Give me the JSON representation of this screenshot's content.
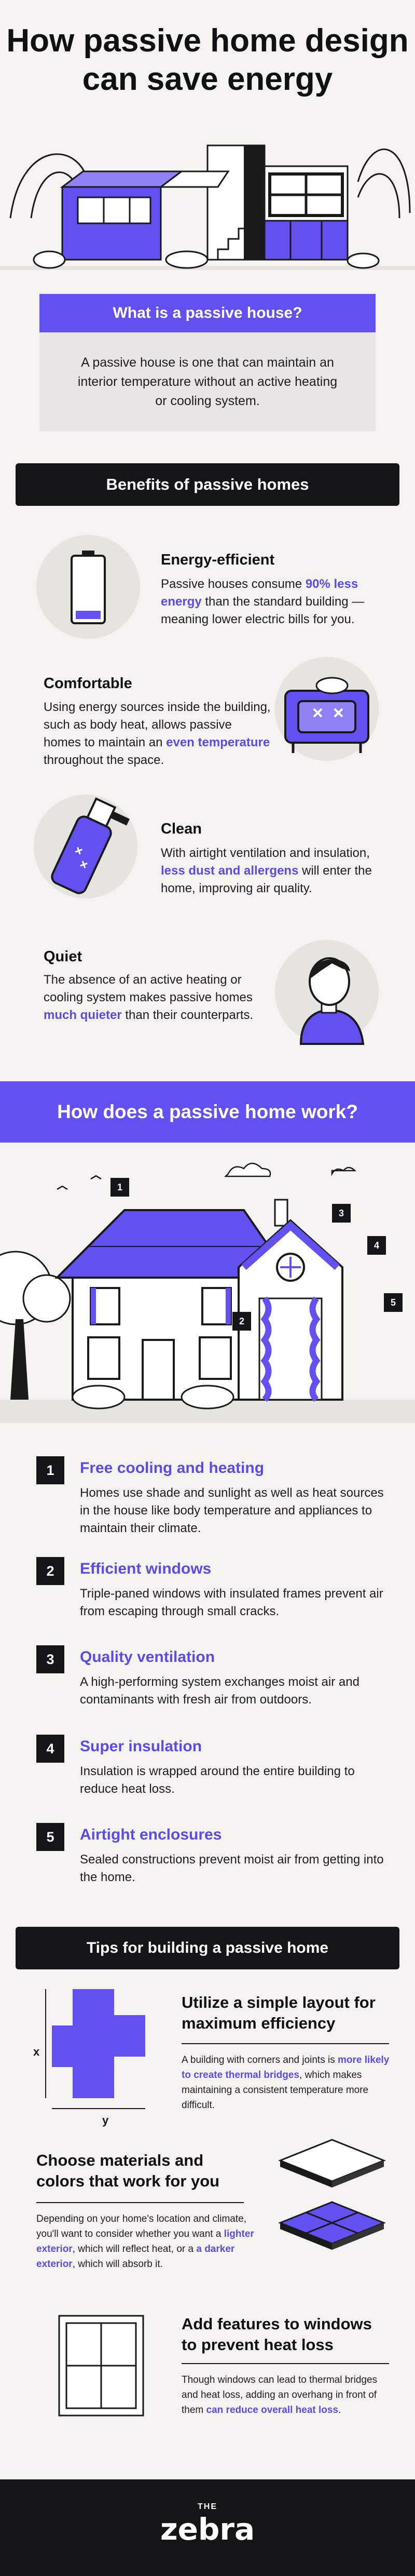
{
  "title": "How passive home design can save energy",
  "what": {
    "heading": "What is a passive house?",
    "text": "A passive house is one that can maintain an interior temperature without an active heating or cooling system."
  },
  "benefits": {
    "heading": "Benefits of passive homes",
    "energy": {
      "title": "Energy-efficient",
      "t1": "Passive houses consume ",
      "hl": "90% less energy",
      "t2": " than the standard building — meaning lower electric bills for you."
    },
    "comfort": {
      "title": "Comfortable",
      "t1": "Using energy sources inside the building, such as body heat, allows passive homes to maintain an ",
      "hl": "even temperature",
      "t2": " throughout the space."
    },
    "clean": {
      "title": "Clean",
      "t1": "With airtight ventilation and insulation, ",
      "hl": "less dust and allergens",
      "t2": " will enter the home, improving air quality."
    },
    "quiet": {
      "title": "Quiet",
      "t1": "The absence of an active heating or cooling system makes passive homes ",
      "hl": "much quieter",
      "t2": " than their counterparts."
    }
  },
  "how": {
    "heading": "How does a passive home work?",
    "callouts": [
      "1",
      "2",
      "3",
      "4",
      "5"
    ],
    "steps": [
      {
        "num": "1",
        "title": "Free cooling and heating",
        "text": "Homes use shade and sunlight as well as heat sources in the house like body temperature and appliances to maintain their climate."
      },
      {
        "num": "2",
        "title": "Efficient windows",
        "text": "Triple-paned windows with insulated frames prevent air from escaping through small cracks."
      },
      {
        "num": "3",
        "title": "Quality ventilation",
        "text": "A high-performing system exchanges moist air and contaminants with fresh air from outdoors."
      },
      {
        "num": "4",
        "title": "Super insulation",
        "text": "Insulation is wrapped around the entire building to reduce heat loss."
      },
      {
        "num": "5",
        "title": "Airtight enclosures",
        "text": "Sealed constructions prevent moist air from getting into the home."
      }
    ]
  },
  "tips": {
    "heading": "Tips for building a passive home",
    "axis_x": "x",
    "axis_y": "y",
    "layout": {
      "title": "Utilize a simple layout for maximum efficiency",
      "t1": "A building with corners and joints is ",
      "hl": "more likely to create thermal bridges",
      "t2": ", which makes maintaining a consistent temperature more difficult."
    },
    "materials": {
      "title": "Choose materials and colors that work for you",
      "t1": "Depending on your home's location and climate, you'll want to consider whether you want a ",
      "hl1": "lighter exterior",
      "t2": ", which will reflect heat, or a ",
      "hl2": "a darker exterior",
      "t3": ", which will absorb it."
    },
    "windows": {
      "title": "Add features to windows to prevent heat loss",
      "t1": "Though windows can lead to thermal bridges and heat loss, adding an overhang in front of them ",
      "hl": "can reduce overall heat loss",
      "t2": "."
    }
  },
  "footer": {
    "brand_small": "THE",
    "brand": "zebra"
  }
}
